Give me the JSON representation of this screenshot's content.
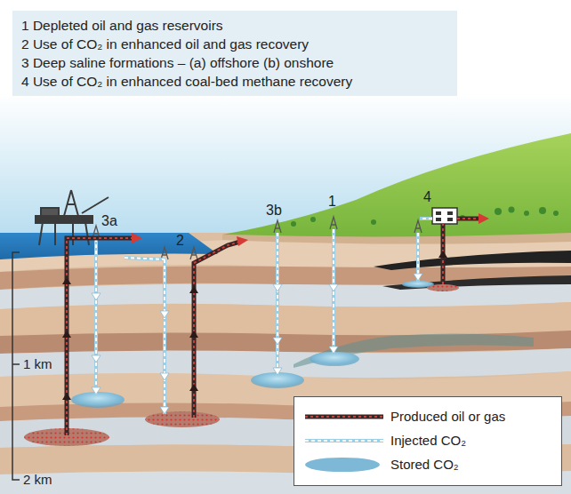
{
  "diagram": {
    "nodes": [
      {
        "text": [
          "1 Depleted oil and gas reservoirs",
          "2 Use of CO₂ in enhanced oil and gas recovery",
          "3 Deep saline formations – (a) offshore (b) onshore",
          "4 Use of CO₂ in enhanced coal-bed methane recovery"
        ]
      }
    ],
    "labels": [
      "3a",
      "2",
      "3b",
      "1",
      "4",
      "1 km",
      "2 km"
    ],
    "legend": [
      {
        "text": "Produced oil or gas"
      },
      {
        "text": "Injected CO₂"
      },
      {
        "text": "Stored CO₂",
        "color": "#7db9d6"
      }
    ]
  }
}
